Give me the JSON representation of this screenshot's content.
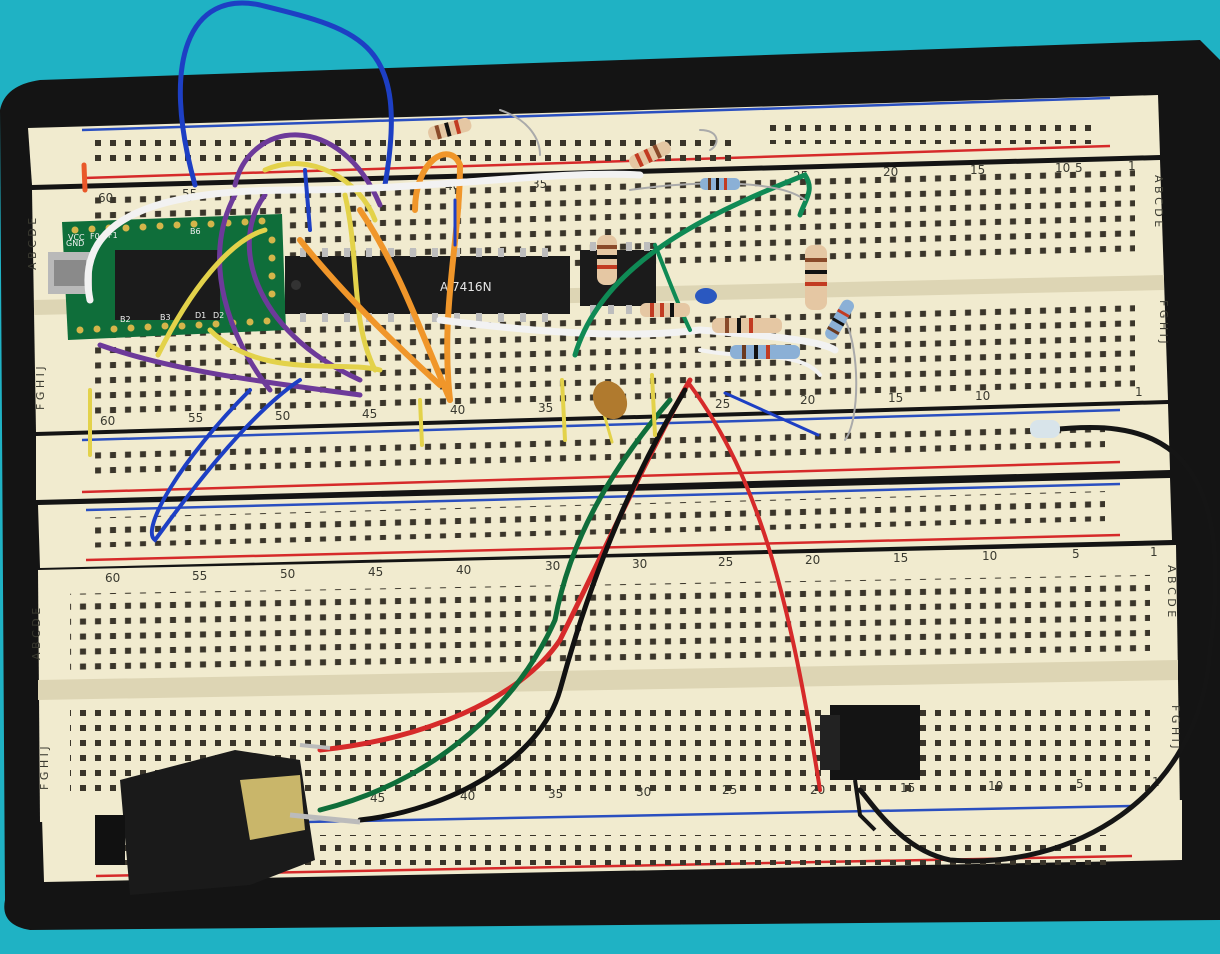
{
  "colors": {
    "background": "#1fb2c4",
    "base_plate": "#141414",
    "breadboard": "#f1ebcf",
    "rail_blue": "#2a4fc0",
    "rail_red": "#d62a2a",
    "hole": "#3a352a",
    "pcb": "#0f6e3a",
    "chip": "#1b1b1b"
  },
  "upper_board": {
    "number_row_top": [
      "60",
      "55",
      "40",
      "35",
      "25",
      "20",
      "15",
      "10",
      "5",
      "1"
    ],
    "number_row_bottom": [
      "60",
      "55",
      "50",
      "45",
      "40",
      "35",
      "25",
      "20",
      "15",
      "10",
      "1"
    ],
    "row_letters_left_top": "A B C D E",
    "row_letters_left_bottom": "F G H I J",
    "row_letters_right_top": "A B C D E",
    "row_letters_right_bottom": "F G H I J"
  },
  "lower_board": {
    "number_row_top": [
      "60",
      "55",
      "50",
      "45",
      "40",
      "30",
      "30",
      "25",
      "20",
      "15",
      "10",
      "5",
      "1"
    ],
    "number_row_bottom": [
      "45",
      "40",
      "35",
      "30",
      "25",
      "20",
      "15",
      "10",
      "5",
      "1"
    ],
    "row_letters_left_top": "A B C D E",
    "row_letters_left_bottom": "F G H I J",
    "row_letters_right_top": "A B C D E",
    "row_letters_right_bottom": "F G H I J"
  },
  "microcontroller": {
    "pin_labels": [
      "GND",
      "VCC",
      "F0",
      "F1",
      "B6",
      "B2",
      "B3",
      "D1",
      "D2"
    ]
  },
  "chips": {
    "main_ic_label": "A 7416N"
  },
  "icons": [
    "breadboard",
    "microcontroller-board",
    "ic-chip",
    "resistor",
    "capacitor",
    "audio-jack",
    "power-jack",
    "jumper-wire"
  ]
}
